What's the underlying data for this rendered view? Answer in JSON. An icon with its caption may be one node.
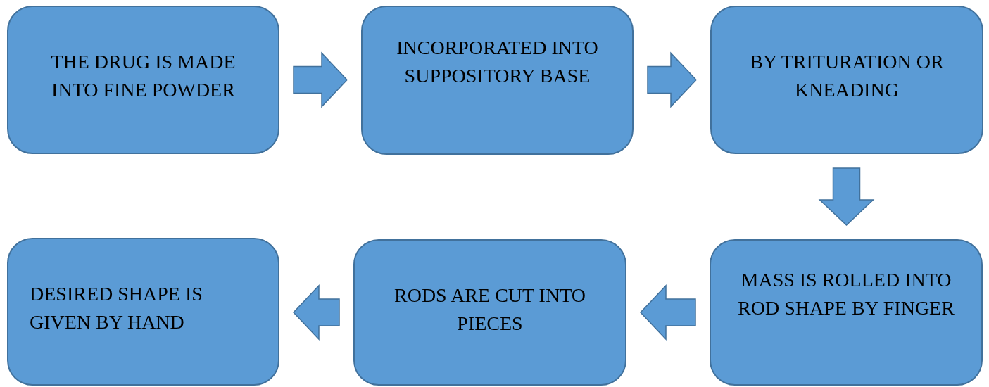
{
  "diagram": {
    "nodes": [
      {
        "text": [
          "THE DRUG IS MADE INTO FINE POWDER"
        ]
      },
      {
        "text": [
          "INCORPORATED INTO SUPPOSITORY BASE"
        ]
      },
      {
        "text": [
          "BY TRITURATION OR KNEADING"
        ]
      },
      {
        "text": [
          "MASS IS ROLLED INTO ROD SHAPE BY FINGER"
        ]
      },
      {
        "text": [
          "RODS ARE CUT INTO PIECES"
        ]
      },
      {
        "text": [
          "DESIRED SHAPE IS GIVEN BY HAND"
        ]
      }
    ],
    "edges": [
      {
        "from": 0,
        "to": 1,
        "arrow": "to"
      },
      {
        "from": 1,
        "to": 2,
        "arrow": "to"
      },
      {
        "from": 2,
        "to": 3,
        "arrow": "to"
      },
      {
        "from": 3,
        "to": 4,
        "arrow": "to"
      },
      {
        "from": 4,
        "to": 5,
        "arrow": "to"
      }
    ]
  }
}
